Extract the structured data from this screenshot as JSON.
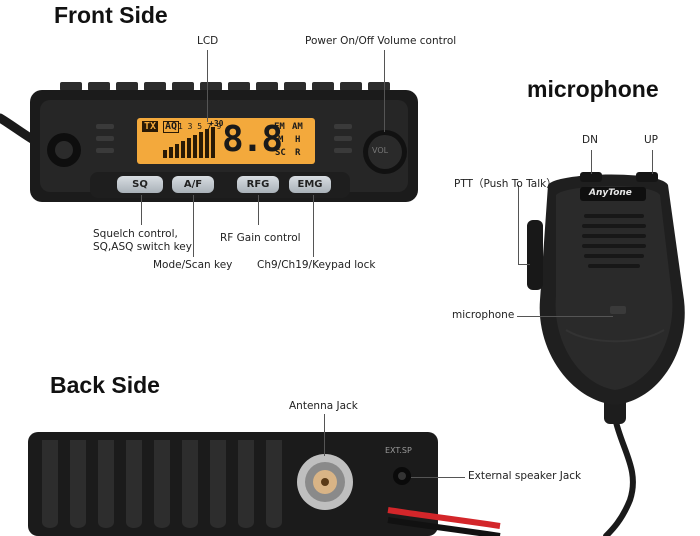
{
  "headings": {
    "front_side": "Front Side",
    "microphone": "microphone",
    "back_side": "Back Side"
  },
  "front": {
    "lcd_label": "LCD",
    "power_label": "Power On/Off Volume control",
    "squelch_label_line1": "Squelch control,",
    "squelch_label_line2": "SQ,ASQ switch key",
    "mode_scan_label": "Mode/Scan key",
    "rf_gain_label": "RF Gain control",
    "ch9_label": "Ch9/Ch19/Keypad lock",
    "buttons": {
      "sq": "SQ",
      "af": "A/F",
      "rfg": "RFG",
      "emg": "EMG"
    },
    "knob_label": "VOL",
    "lcd": {
      "tx": "TX",
      "aq": "AQ",
      "digits": "8.8",
      "plus30": "+30",
      "fm": "FM",
      "am": "AM",
      "m": "M",
      "h": "H",
      "sc": "SC",
      "r": "R",
      "scale": "1 3 5 7 9"
    }
  },
  "mic": {
    "dn_label": "DN",
    "up_label": "UP",
    "ptt_label": "PTT（Push To Talk）",
    "mic_label": "microphone",
    "brand": "AnyTone"
  },
  "back": {
    "antenna_label": "Antenna Jack",
    "speaker_label": "External speaker Jack",
    "ext_sp": "EXT.SP"
  },
  "colors": {
    "lcd_backlight": "#f3a93c",
    "button_face": "#c2c9cf",
    "body_dark": "#1a1a1a",
    "wire_red": "#d3262a"
  }
}
